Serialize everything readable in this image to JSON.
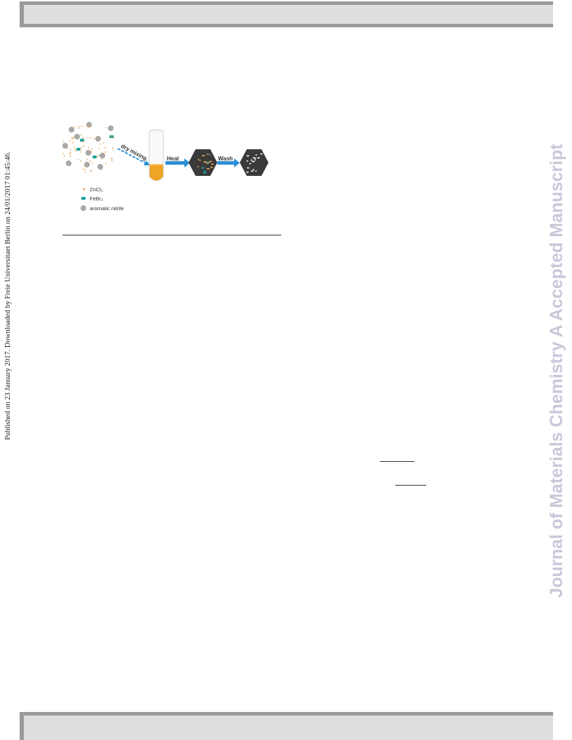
{
  "sidebar": {
    "published": "Published on 23 January 2017. Downloaded by Freie Universitaet Berlin on 24/01/2017 01:45:46.",
    "journal_watermark": "Journal of Materials Chemistry A Accepted Manuscript"
  },
  "scheme": {
    "step_dry_mixing": "dry mixing",
    "step_heat": "Heat",
    "step_wash": "Wash",
    "legend": {
      "zncl2": "ZnCl₂",
      "febr": "FeBr₂",
      "nitrile": "aromatic nitrile"
    }
  },
  "colors": {
    "zncl2": "#e8a45a",
    "febr": "#1aa39a",
    "nitrile": "#a9a9a9",
    "arrow": "#2a8fd6",
    "melt": "#f0a424",
    "product": "#3a3a3a",
    "watermark": "#c8c8da"
  }
}
